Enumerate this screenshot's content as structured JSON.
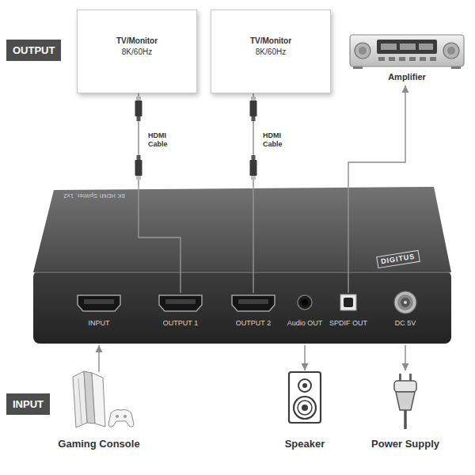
{
  "diagram": {
    "nodes": [
      {
        "text": [
          "OUTPUT"
        ]
      },
      {
        "text": [
          "TV/Monitor",
          "8K/60Hz"
        ]
      },
      {
        "text": [
          "TV/Monitor",
          "8K/60Hz"
        ]
      },
      {
        "text": [
          "Amplifier"
        ]
      },
      {
        "text": [
          "8K HDMI Splitter, 1x2",
          "DIGITUS"
        ]
      },
      {
        "text": [
          "INPUT"
        ]
      },
      {
        "text": [
          "Gaming Console"
        ]
      },
      {
        "text": [
          "Speaker"
        ]
      },
      {
        "text": [
          "Power Supply"
        ]
      }
    ],
    "edges": [
      {
        "from": 4,
        "to": 1,
        "arrow": "none",
        "label": "HDMI Cable"
      },
      {
        "from": 4,
        "to": 2,
        "arrow": "none",
        "label": "HDMI Cable"
      },
      {
        "from": 4,
        "to": 3,
        "arrow": "to"
      },
      {
        "from": 6,
        "to": 4,
        "arrow": "to"
      },
      {
        "from": 4,
        "to": 7,
        "arrow": "to"
      },
      {
        "from": 4,
        "to": 8,
        "arrow": "to"
      }
    ],
    "labels": [
      "INPUT",
      "OUTPUT 1",
      "OUTPUT 2",
      "Audio OUT",
      "SPDIF OUT",
      "DC 5V"
    ]
  }
}
